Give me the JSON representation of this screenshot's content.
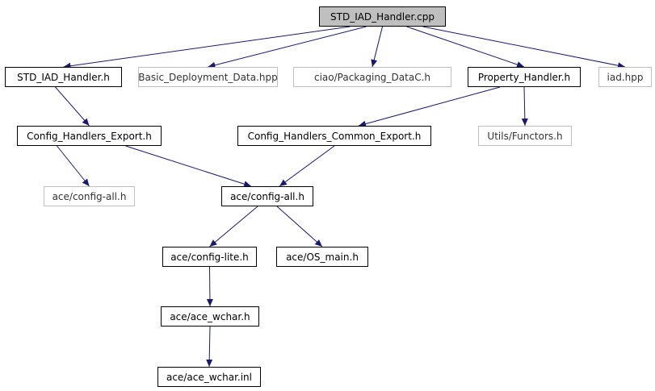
{
  "colors": {
    "edge": "#191970",
    "root_fill": "#bfbfbf",
    "border": "#000000",
    "external_border": "#bfbfbf"
  },
  "nodes": [
    {
      "id": "n0",
      "label": "STD_IAD_Handler.cpp",
      "kind": "root"
    },
    {
      "id": "n1",
      "label": "STD_IAD_Handler.h",
      "kind": "normal"
    },
    {
      "id": "n2",
      "label": "Basic_Deployment_Data.hpp",
      "kind": "external"
    },
    {
      "id": "n3",
      "label": "ciao/Packaging_DataC.h",
      "kind": "external"
    },
    {
      "id": "n4",
      "label": "Property_Handler.h",
      "kind": "normal"
    },
    {
      "id": "n5",
      "label": "iad.hpp",
      "kind": "external"
    },
    {
      "id": "n6",
      "label": "Config_Handlers_Export.h",
      "kind": "normal"
    },
    {
      "id": "n7",
      "label": "Config_Handlers_Common_Export.h",
      "kind": "normal"
    },
    {
      "id": "n8",
      "label": "Utils/Functors.h",
      "kind": "external"
    },
    {
      "id": "n9",
      "label": "ace/config-all.h",
      "kind": "external"
    },
    {
      "id": "n10",
      "label": "ace/config-all.h",
      "kind": "normal"
    },
    {
      "id": "n11",
      "label": "ace/config-lite.h",
      "kind": "normal"
    },
    {
      "id": "n12",
      "label": "ace/OS_main.h",
      "kind": "normal"
    },
    {
      "id": "n13",
      "label": "ace/ace_wchar.h",
      "kind": "normal"
    },
    {
      "id": "n14",
      "label": "ace/ace_wchar.inl",
      "kind": "normal"
    }
  ],
  "edges": [
    [
      "n0",
      "n1"
    ],
    [
      "n0",
      "n2"
    ],
    [
      "n0",
      "n3"
    ],
    [
      "n0",
      "n4"
    ],
    [
      "n0",
      "n5"
    ],
    [
      "n1",
      "n6"
    ],
    [
      "n4",
      "n7"
    ],
    [
      "n4",
      "n8"
    ],
    [
      "n6",
      "n9"
    ],
    [
      "n6",
      "n10"
    ],
    [
      "n7",
      "n10"
    ],
    [
      "n10",
      "n11"
    ],
    [
      "n10",
      "n12"
    ],
    [
      "n11",
      "n13"
    ],
    [
      "n13",
      "n14"
    ]
  ]
}
